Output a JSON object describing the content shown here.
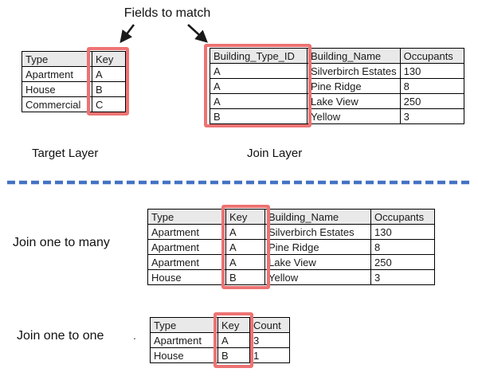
{
  "colors": {
    "accent_red": "#ED7373",
    "divider_blue": "#4472C4",
    "header_bg": "#E9E9E9",
    "arrow": "#1A1A1A",
    "table_border": "#000000"
  },
  "annotations": {
    "fields_to_match": "Fields to match",
    "target_layer": "Target Layer",
    "join_layer": "Join Layer",
    "join_one_to_many": "Join one to many",
    "join_one_to_one": "Join one to one",
    "stray_mark": "."
  },
  "tables": {
    "target": {
      "headers": [
        "Type",
        "Key"
      ],
      "rows": [
        [
          "Apartment",
          "A"
        ],
        [
          "House",
          "B"
        ],
        [
          "Commercial",
          "C"
        ]
      ]
    },
    "join": {
      "headers": [
        "Building_Type_ID",
        "Building_Name",
        "Occupants"
      ],
      "rows": [
        [
          "A",
          "Silverbirch Estates",
          "130"
        ],
        [
          "A",
          "Pine Ridge",
          "8"
        ],
        [
          "A",
          "Lake View",
          "250"
        ],
        [
          "B",
          "Yellow",
          "3"
        ]
      ]
    },
    "one_to_many": {
      "headers": [
        "Type",
        "Key",
        "Building_Name",
        "Occupants"
      ],
      "rows": [
        [
          "Apartment",
          "A",
          "Silverbirch Estates",
          "130"
        ],
        [
          "Apartment",
          "A",
          "Pine Ridge",
          "8"
        ],
        [
          "Apartment",
          "A",
          "Lake View",
          "250"
        ],
        [
          "House",
          "B",
          "Yellow",
          "3"
        ]
      ]
    },
    "one_to_one": {
      "headers": [
        "Type",
        "Key",
        "Count"
      ],
      "rows": [
        [
          "Apartment",
          "A",
          "3"
        ],
        [
          "House",
          "B",
          "1"
        ]
      ]
    }
  }
}
